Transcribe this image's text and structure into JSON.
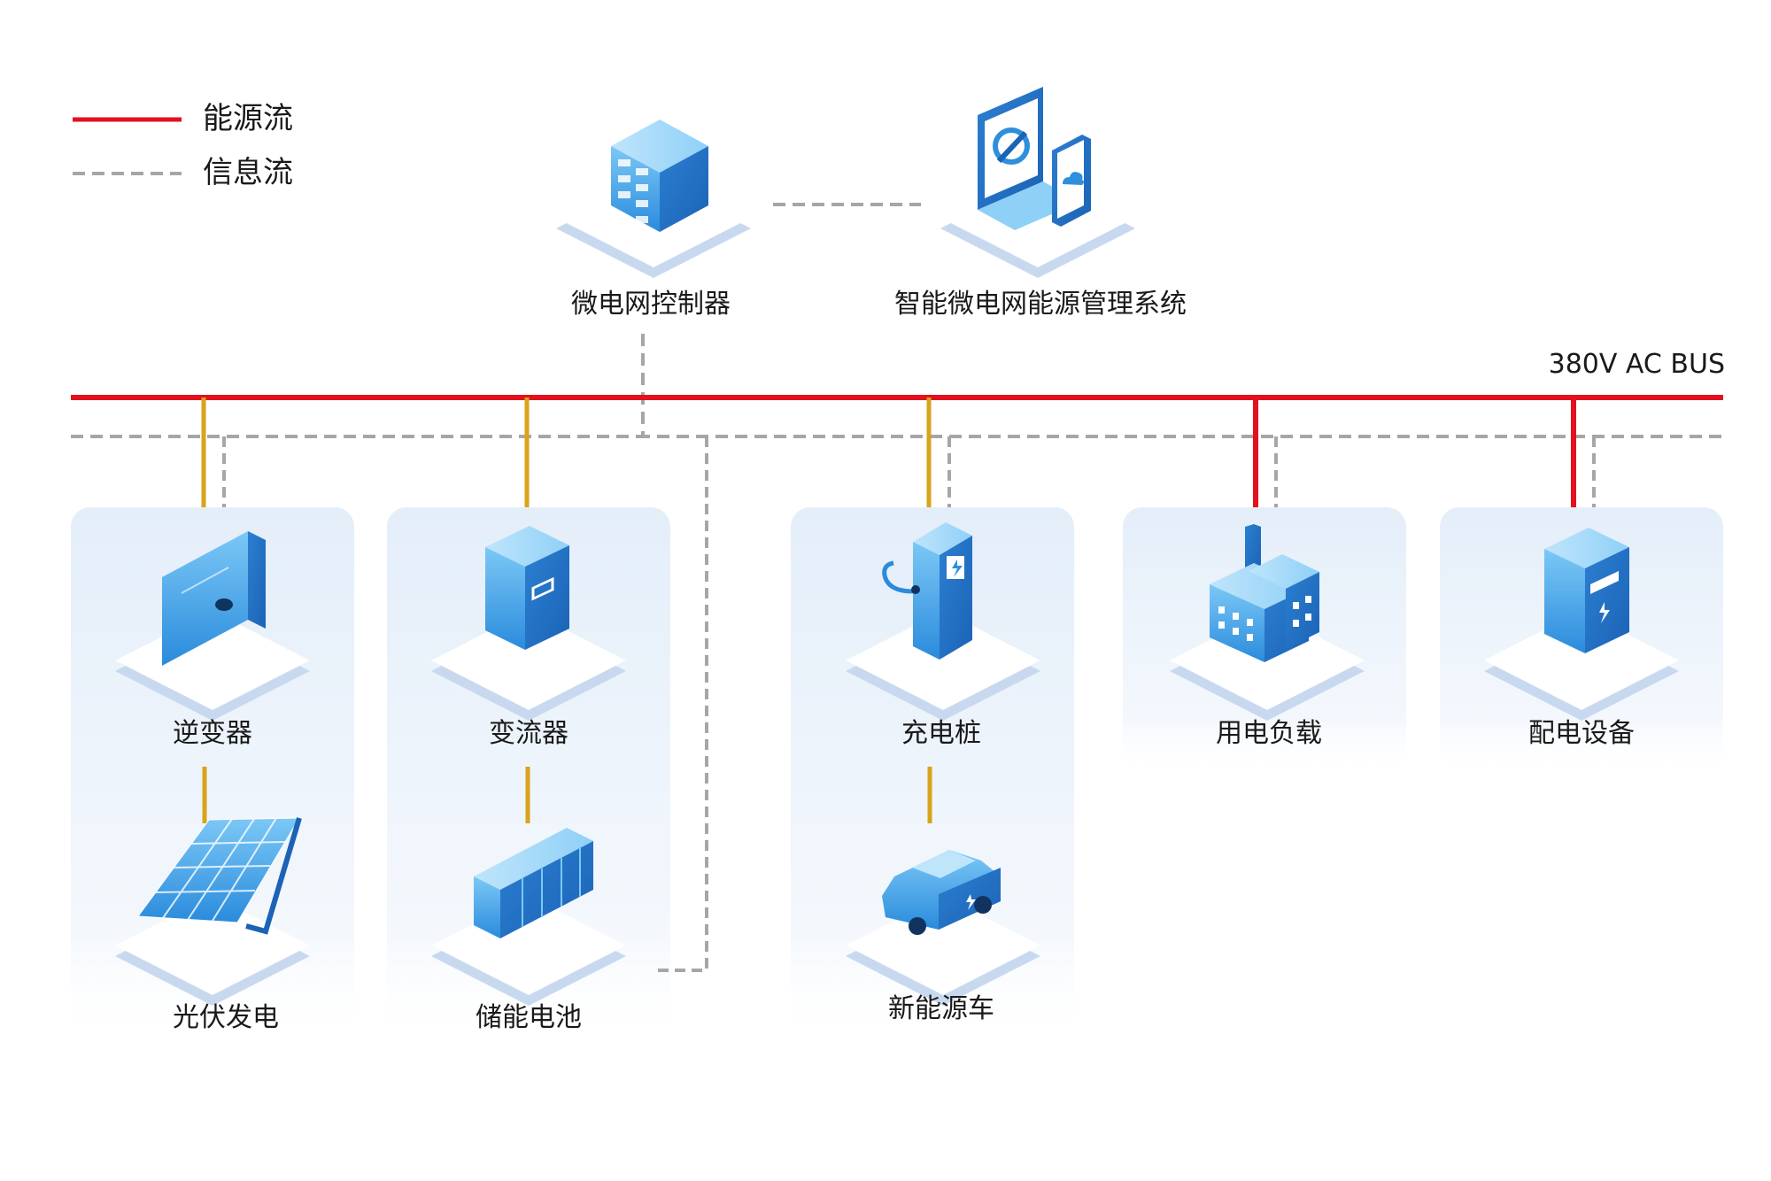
{
  "legend": {
    "energy": "能源流",
    "info": "信息流"
  },
  "top": {
    "controller": "微电网控制器",
    "ems": "智能微电网能源管理系统"
  },
  "bus_label": "380V AC BUS",
  "nodes": {
    "inverter": "逆变器",
    "pv": "光伏发电",
    "converter": "变流器",
    "storage": "储能电池",
    "charger": "充电桩",
    "ev": "新能源车",
    "load": "用电负载",
    "dist": "配电设备"
  },
  "colors": {
    "energy": "#e3101e",
    "info": "#a6a6a6",
    "branch": "#d9a31a",
    "device": "#2f8fdc"
  }
}
